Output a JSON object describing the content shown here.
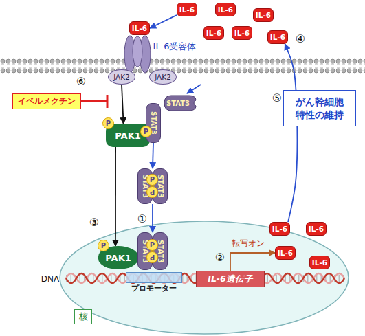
{
  "diagram": {
    "nodes": [
      {
        "text": [
          "IL-6"
        ]
      },
      {
        "text": [
          "IL-6"
        ]
      },
      {
        "text": [
          "IL-6"
        ]
      },
      {
        "text": [
          "IL-6"
        ]
      },
      {
        "text": [
          "IL-6"
        ]
      },
      {
        "text": [
          "IL-6"
        ]
      },
      {
        "text": [
          "IL-6"
        ]
      },
      {
        "text": [
          "JAK2"
        ]
      },
      {
        "text": [
          "JAK2"
        ]
      },
      {
        "text": [
          "イベルメクチン"
        ]
      },
      {
        "text": [
          "がん幹細胞 特性の維持"
        ]
      },
      {
        "text": [
          "STAT3"
        ]
      },
      {
        "text": [
          "P"
        ]
      },
      {
        "text": [
          "PAK1"
        ]
      },
      {
        "text": [
          "STAT3"
        ]
      },
      {
        "text": [
          "P"
        ]
      },
      {
        "text": [
          "STAT3"
        ]
      },
      {
        "text": [
          "STAT3"
        ]
      },
      {
        "text": [
          "P"
        ]
      },
      {
        "text": [
          "P"
        ]
      },
      {
        "text": [
          "IL-6"
        ]
      },
      {
        "text": [
          "IL-6"
        ]
      },
      {
        "text": [
          "P"
        ]
      },
      {
        "text": [
          "PAK1"
        ]
      },
      {
        "text": [
          "STAT3"
        ]
      },
      {
        "text": [
          "STAT3"
        ]
      },
      {
        "text": [
          "P"
        ]
      },
      {
        "text": [
          "P"
        ]
      },
      {
        "text": [
          "IL-6"
        ]
      },
      {
        "text": [
          "IL-6"
        ]
      },
      {
        "text": [
          "プロモーター"
        ]
      },
      {
        "text": [
          "IL-6遺伝子"
        ]
      },
      {
        "text": [
          "核"
        ]
      }
    ],
    "edges": [
      {
        "from": 1,
        "to": 0,
        "arrow": "to"
      },
      {
        "from": 7,
        "to": 13,
        "arrow": "to"
      },
      {
        "from": 13,
        "to": 23,
        "arrow": "to"
      },
      {
        "from": 14,
        "to": 16,
        "arrow": "to"
      },
      {
        "from": 16,
        "to": 24,
        "arrow": "to"
      },
      {
        "from": 31,
        "to": 28,
        "label": "転写オン",
        "arrow": "to"
      },
      {
        "from": 20,
        "to": 6,
        "arrow": "to"
      }
    ],
    "labels": [
      "IL-6受容体",
      "④",
      "⑥",
      "⑤",
      "①",
      "③",
      "②",
      "DNA"
    ]
  }
}
